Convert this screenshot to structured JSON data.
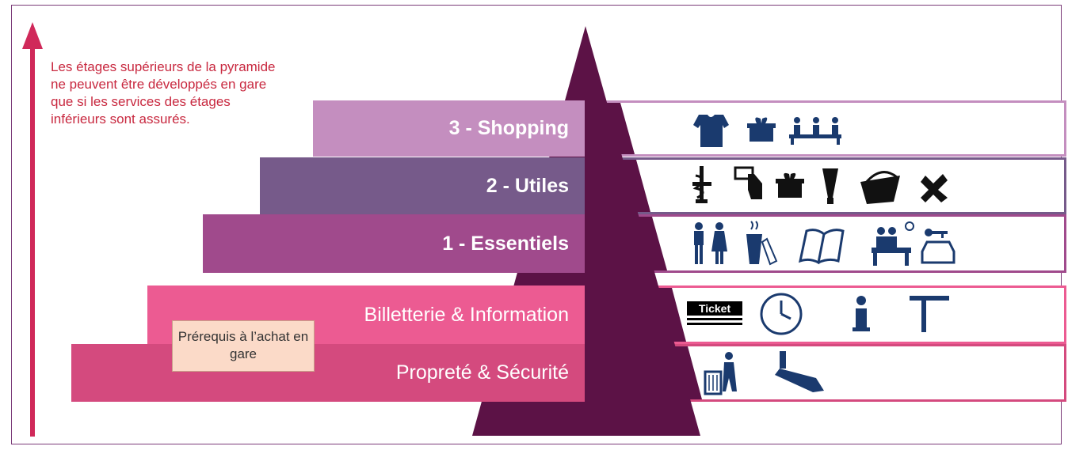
{
  "side_note": "Les étages supérieurs de la pyramide ne peuvent être développés en gare que si les services des étages inférieurs sont assurés.",
  "prerequisite_note": "Prérequis à l’achat en gare",
  "levels": [
    {
      "label": "3 - Shopping",
      "color": "#c48ebf",
      "icons": [
        "tshirt-icon",
        "gift-icon",
        "meeting-icon"
      ]
    },
    {
      "label": "2 - Utiles",
      "color": "#765a8a",
      "icons": [
        "pharmacy-icon",
        "atm-icon",
        "gift-icon",
        "cosmetics-icon",
        "basket-icon",
        "pacifier-icon"
      ]
    },
    {
      "label": "1 - Essentiels",
      "color": "#a04a8c",
      "icons": [
        "toilets-icon",
        "drink-icon",
        "book-icon",
        "waiting-room-icon",
        "car-rental-icon"
      ]
    },
    {
      "label": "Billetterie & Information",
      "color": "#ec5b92",
      "icons": [
        "ticket-icon",
        "clock-icon",
        "info-icon",
        "signpost-icon"
      ]
    },
    {
      "label": "Propreté & Sécurité",
      "color": "#d44a7e",
      "icons": [
        "trash-icon",
        "cctv-camera-icon"
      ]
    }
  ],
  "ticket_label": "Ticket",
  "colors": {
    "pyramid": "#5c1246",
    "arrow": "#d0295a",
    "upper_border": "#8a5a94",
    "lower_border": "#e0507f"
  }
}
